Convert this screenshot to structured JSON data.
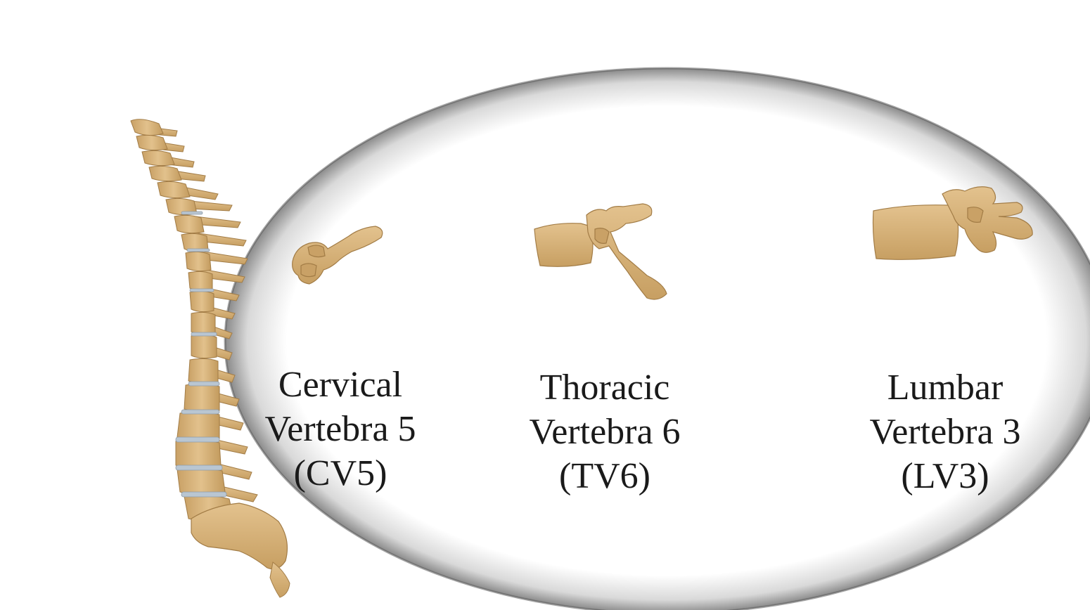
{
  "colors": {
    "bone": "#d8b47c",
    "bone_shadow": "#a9824a",
    "disc": "#b9c6d2",
    "background": "#ffffff",
    "oval_shadow": "#6a6a6a"
  },
  "vertebrae": [
    {
      "id": "cv5",
      "line1": "Cervical",
      "line2": "Vertebra 5",
      "line3": "(CV5)"
    },
    {
      "id": "tv6",
      "line1": "Thoracic",
      "line2": "Vertebra 6",
      "line3": "(TV6)"
    },
    {
      "id": "lv3",
      "line1": "Lumbar",
      "line2": "Vertebra 3",
      "line3": "(LV3)"
    }
  ]
}
